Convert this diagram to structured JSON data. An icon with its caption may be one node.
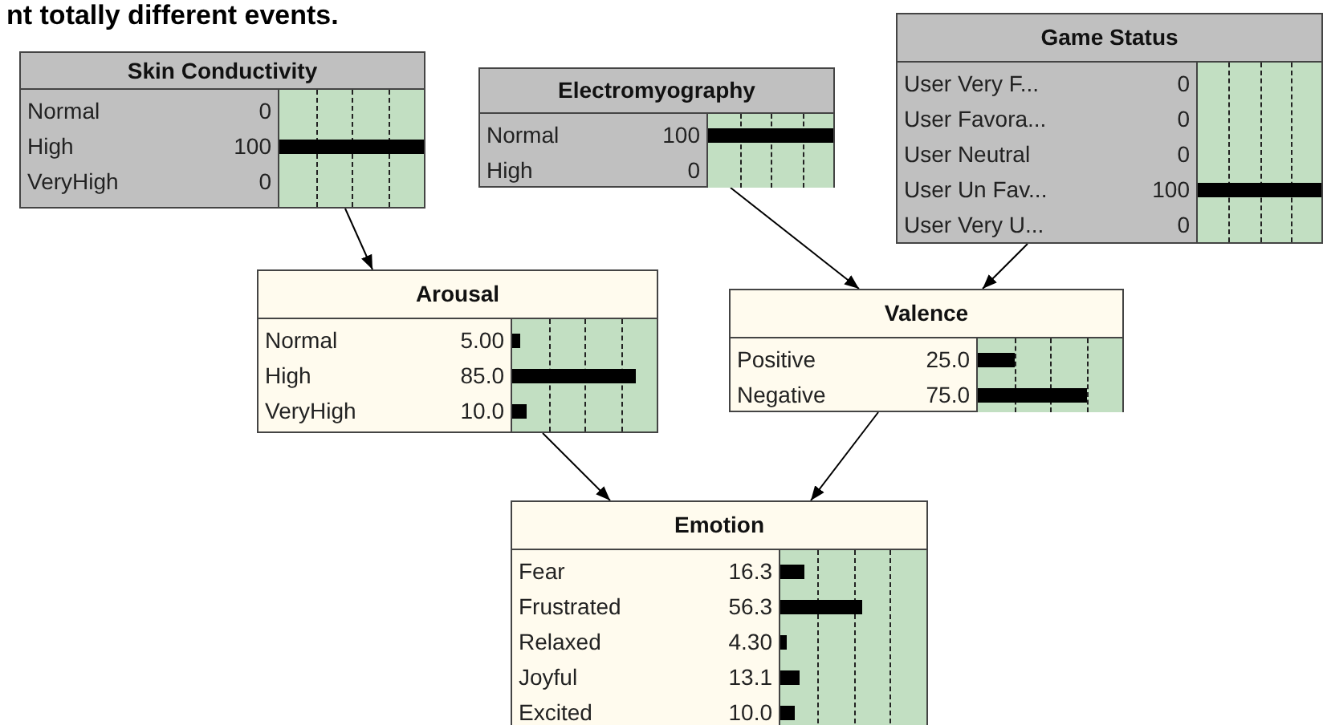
{
  "diagram": {
    "nodes": [
      {
        "text": [
          "Skin Conductivity",
          "Normal",
          "0",
          "High",
          "100",
          "VeryHigh",
          "0"
        ]
      },
      {
        "text": [
          "Electromyography",
          "Normal",
          "100",
          "High",
          "0"
        ]
      },
      {
        "text": [
          "Game Status",
          "User Very F...",
          "0",
          "User Favora...",
          "0",
          "User Neutral",
          "0",
          "User Un Fav...",
          "100",
          "User Very U...",
          "0"
        ]
      },
      {
        "text": [
          "Arousal",
          "Normal",
          "5.00",
          "High",
          "85.0",
          "VeryHigh",
          "10.0"
        ]
      },
      {
        "text": [
          "Valence",
          "Positive",
          "25.0",
          "Negative",
          "75.0"
        ]
      },
      {
        "text": [
          "Emotion",
          "Fear",
          "16.3",
          "Frustrated",
          "56.3",
          "Relaxed",
          "4.30",
          "Joyful",
          "13.1",
          "Excited",
          "10.0"
        ]
      }
    ],
    "edges": [
      {
        "from": 0,
        "to": 3,
        "arrow": "to"
      },
      {
        "from": 1,
        "to": 4,
        "arrow": "to"
      },
      {
        "from": 2,
        "to": 4,
        "arrow": "to"
      },
      {
        "from": 3,
        "to": 5,
        "arrow": "to"
      },
      {
        "from": 4,
        "to": 5,
        "arrow": "to"
      }
    ],
    "labels": [
      "nt totally different events."
    ]
  }
}
